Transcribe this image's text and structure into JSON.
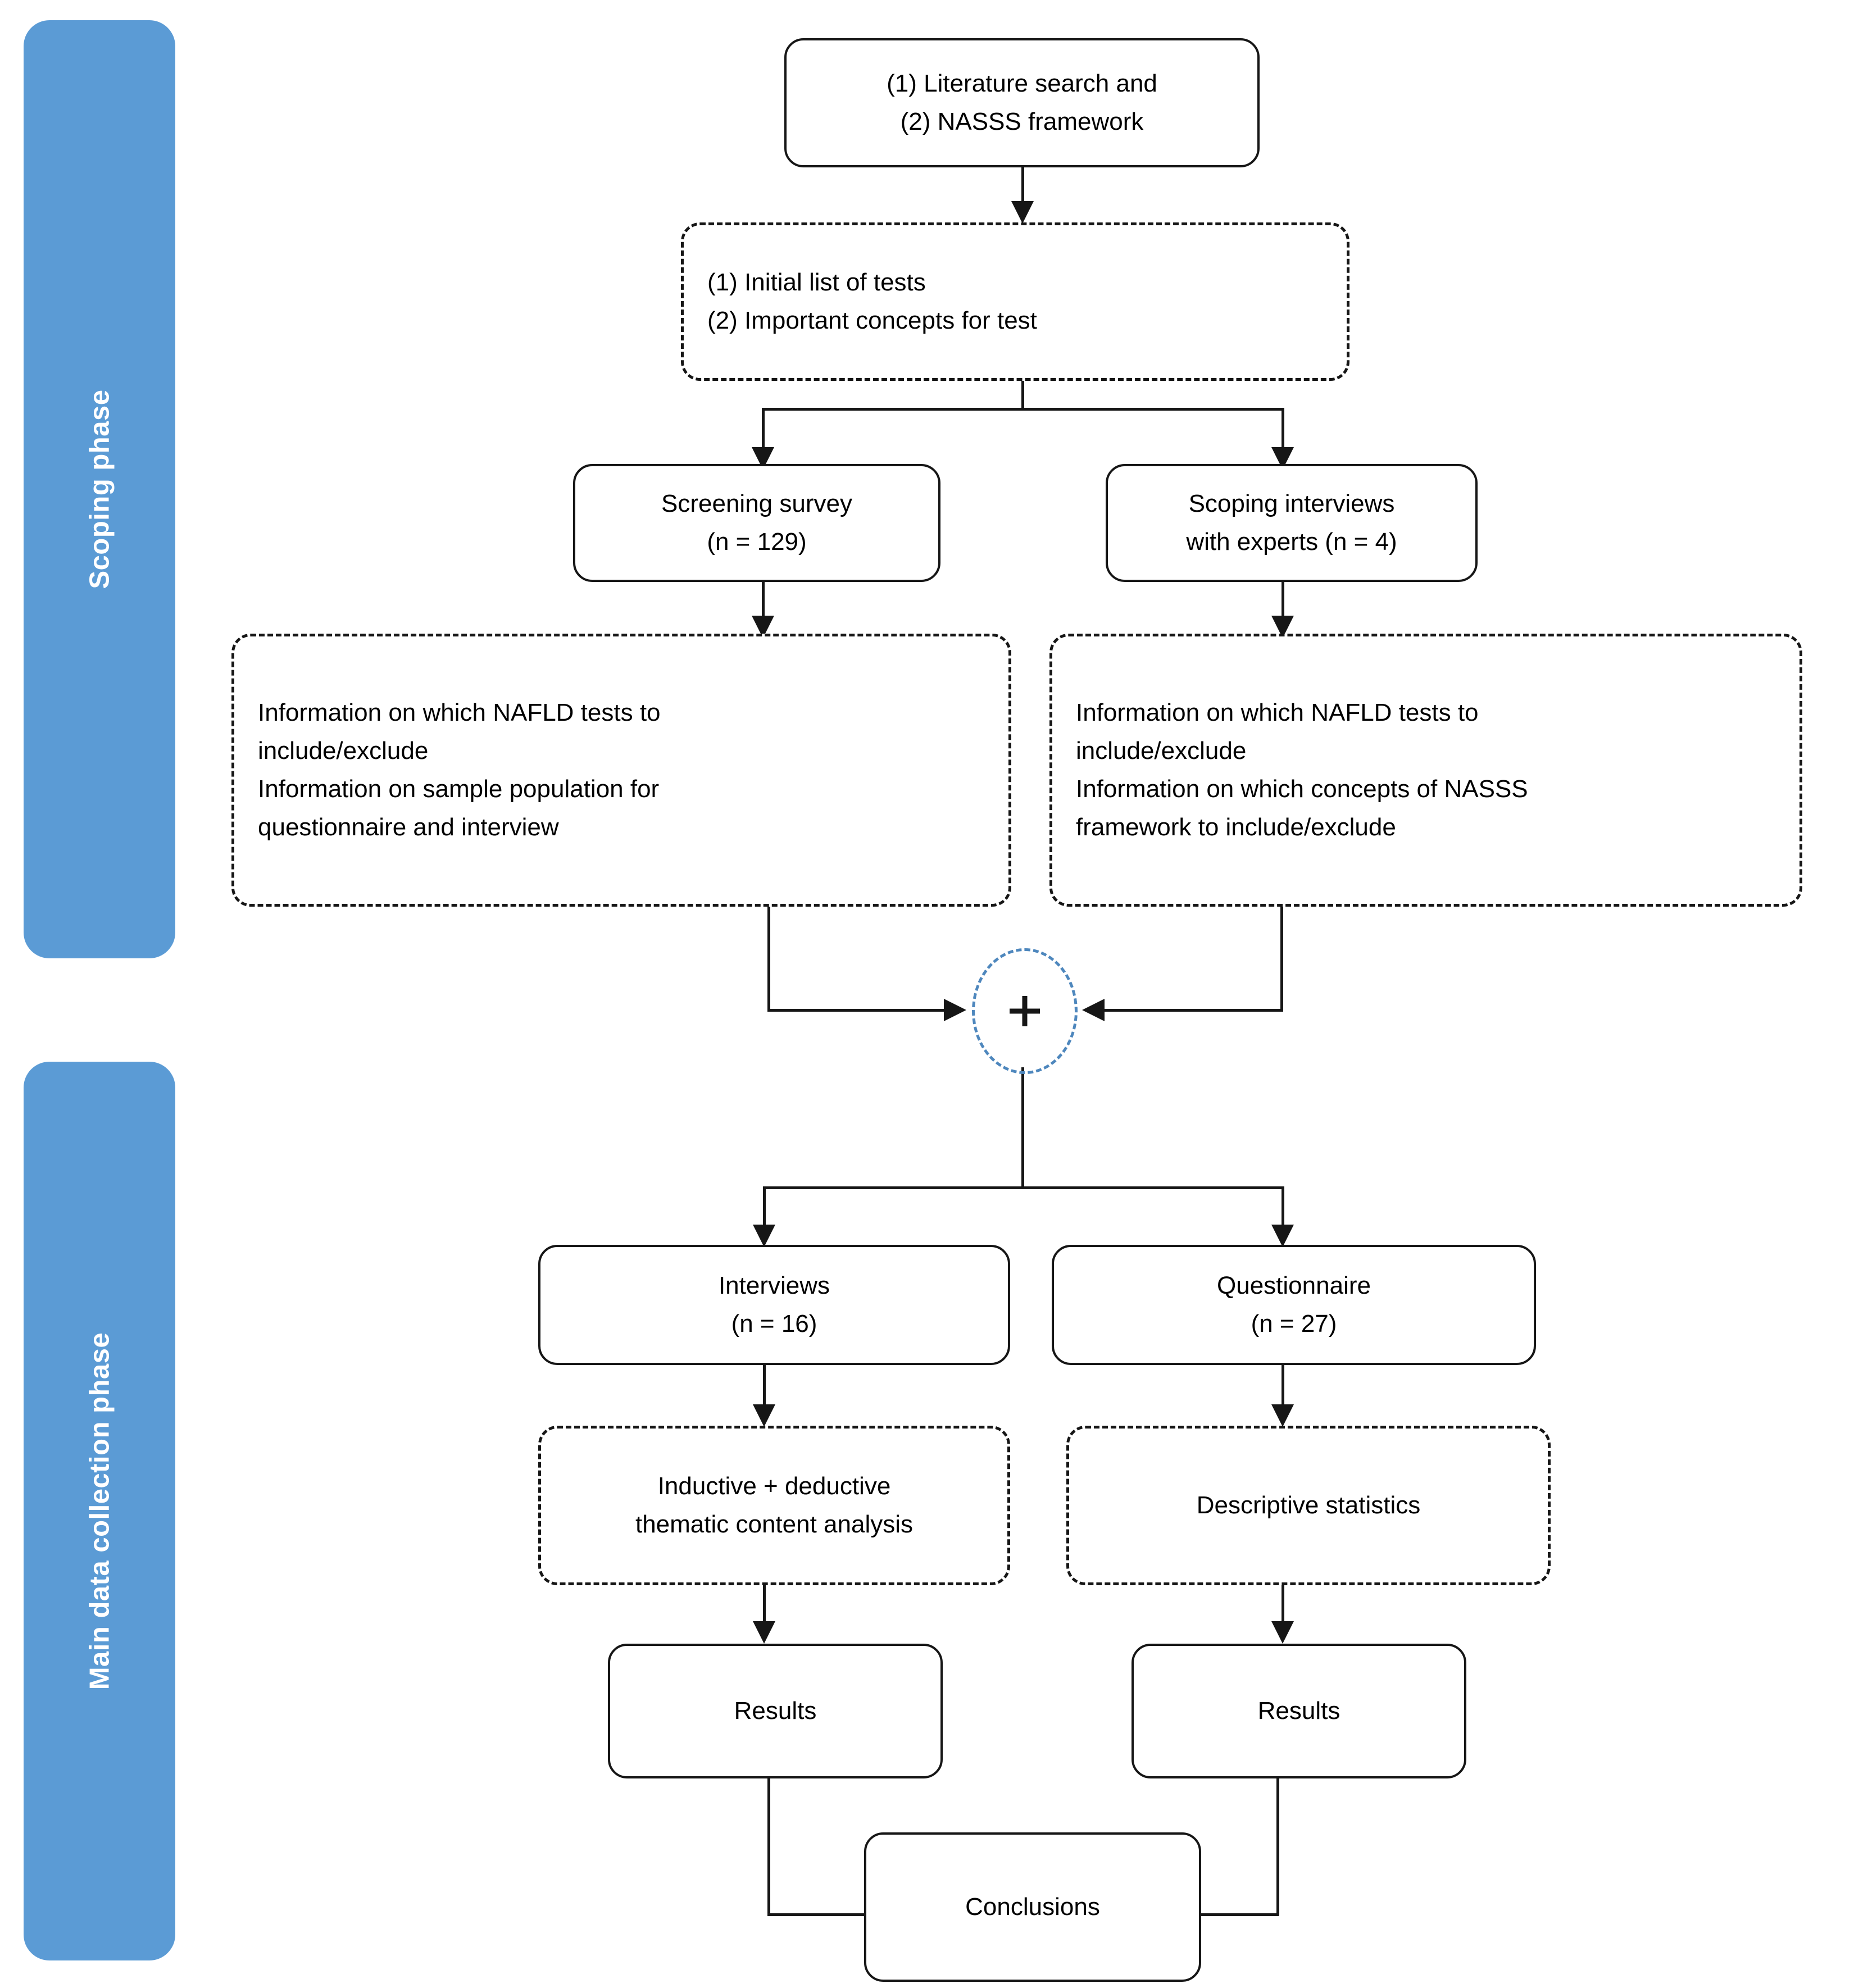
{
  "diagram": {
    "title": "Study design flowchart",
    "accent_color": "#5B9BD5",
    "merge_accent_color": "#4E87BD",
    "line_color": "#161616"
  },
  "phases": [
    {
      "id": "scoping",
      "label": "Scoping phase"
    },
    {
      "id": "main",
      "label": "Main data collection phase"
    }
  ],
  "nodes": {
    "sources": {
      "style": "solid",
      "line1": "(1) Literature search and",
      "line2": "(2) NASSS framework"
    },
    "scoping_outputs": {
      "style": "dashed",
      "line1": "(1) Initial list of tests",
      "line2": "(2) Important concepts for test"
    },
    "screening_survey": {
      "style": "solid",
      "line1": "Screening survey",
      "line2": "(n = 129)"
    },
    "scoping_interviews": {
      "style": "solid",
      "line1": "Scoping interviews",
      "line2": "with experts (n = 4)"
    },
    "survey_findings": {
      "style": "dashed",
      "line1": "Information on which NAFLD tests to",
      "line2": "include/exclude",
      "line3": "Information on sample population for",
      "line4": "questionnaire and interview"
    },
    "interview_findings": {
      "style": "dashed",
      "line1": "Information on which NAFLD tests to",
      "line2": "include/exclude",
      "line3": "Information on which concepts of NASSS",
      "line4": "framework to include/exclude"
    },
    "merge": {
      "style": "merge-circle",
      "symbol": "+"
    },
    "interviews": {
      "style": "solid",
      "line1": "Interviews",
      "line2": "(n = 16)"
    },
    "questionnaire": {
      "style": "solid",
      "line1": "Questionnaire",
      "line2": "(n = 27)"
    },
    "thematic_analysis": {
      "style": "dashed",
      "line1": "Inductive + deductive",
      "line2": "thematic content analysis"
    },
    "descriptive_statistics": {
      "style": "dashed",
      "line1": "Descriptive statistics"
    },
    "results_left": {
      "style": "solid",
      "line1": "Results"
    },
    "results_right": {
      "style": "solid",
      "line1": "Results"
    },
    "conclusions": {
      "style": "solid",
      "line1": "Conclusions"
    }
  }
}
